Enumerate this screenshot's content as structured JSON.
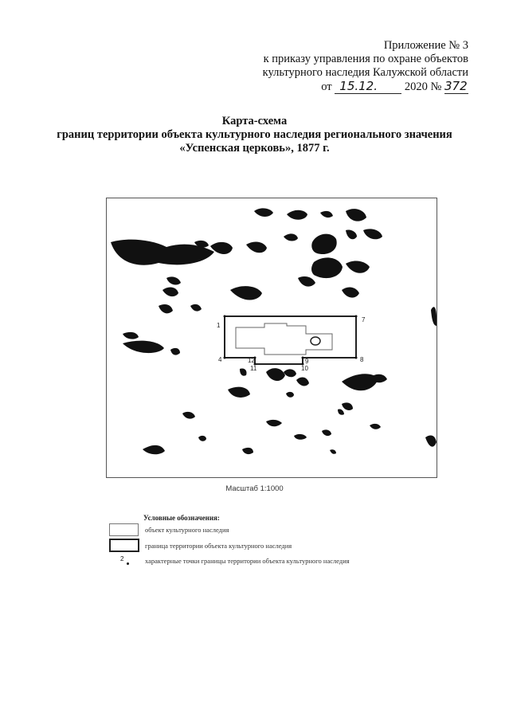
{
  "header": {
    "annex": "Приложение № 3",
    "line2": "к приказу управления по охране объектов",
    "line3": "культурного наследия Калужской области",
    "from_prefix": "от",
    "date_handwritten": "15.12.",
    "year": "2020 №",
    "number_handwritten": "372"
  },
  "title": {
    "line1": "Карта-схема",
    "line2": "границ территории объекта культурного наследия регионального значения",
    "line3": "«Успенская церковь», 1877 г."
  },
  "map": {
    "boundary_point_labels": [
      "1",
      "4",
      "7",
      "8",
      "9",
      "10",
      "11",
      "12"
    ],
    "boundary_color": "#222222",
    "noise_color": "#111111"
  },
  "scale": "Масштаб 1:1000",
  "legend": {
    "title": "Условные обозначения:",
    "items": [
      {
        "symbol": "thin-box",
        "label": "объект культурного наследия"
      },
      {
        "symbol": "thick-box",
        "label": "граница территории объекта культурного наследия"
      },
      {
        "symbol": "dot",
        "number": "2",
        "label": "характерные точки границы территории объекта культурного наследия"
      }
    ]
  }
}
